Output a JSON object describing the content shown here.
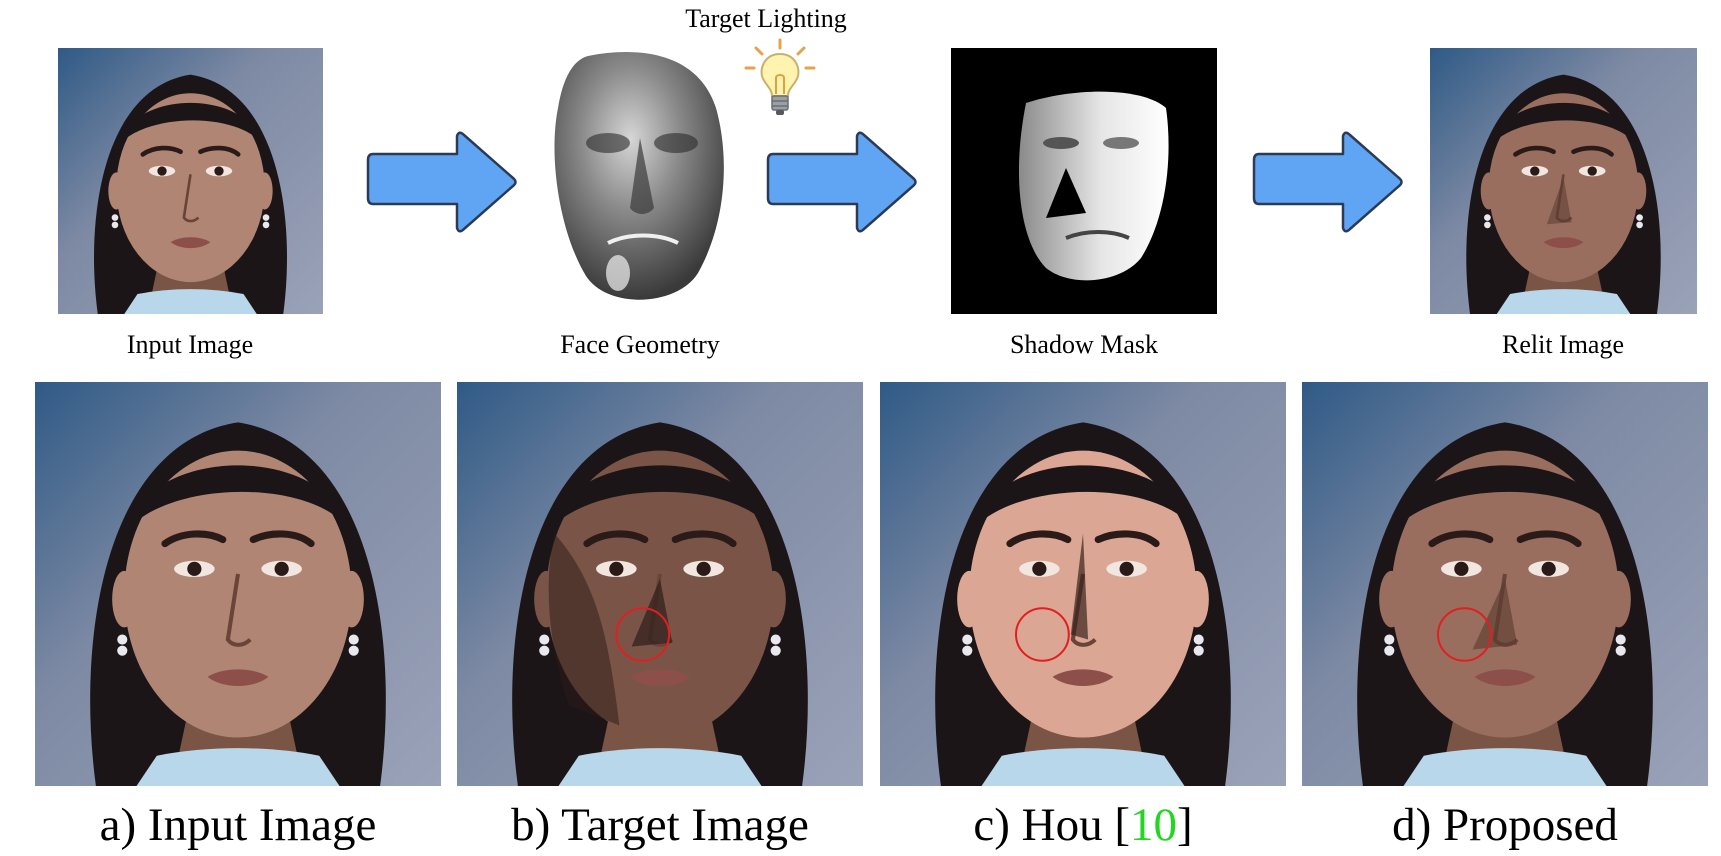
{
  "figure": {
    "target_lighting_label": "Target Lighting",
    "top_captions": {
      "input": "Input Image",
      "geometry": "Face Geometry",
      "shadow": "Shadow Mask",
      "relit": "Relit Image"
    },
    "bottom_captions": {
      "a": "a) Input Image",
      "b": "b) Target Image",
      "c_prefix": "c) Hou [",
      "c_ref": "10",
      "c_suffix": "]",
      "d": "d) Proposed"
    },
    "icons": {
      "arrow": "right-arrow-icon",
      "bulb": "light-bulb-icon"
    },
    "colors": {
      "arrow_fill": "#60a5f3",
      "arrow_stroke": "#2b3a55",
      "highlight_circle": "#e02020",
      "citation_link": "#22d622"
    }
  }
}
